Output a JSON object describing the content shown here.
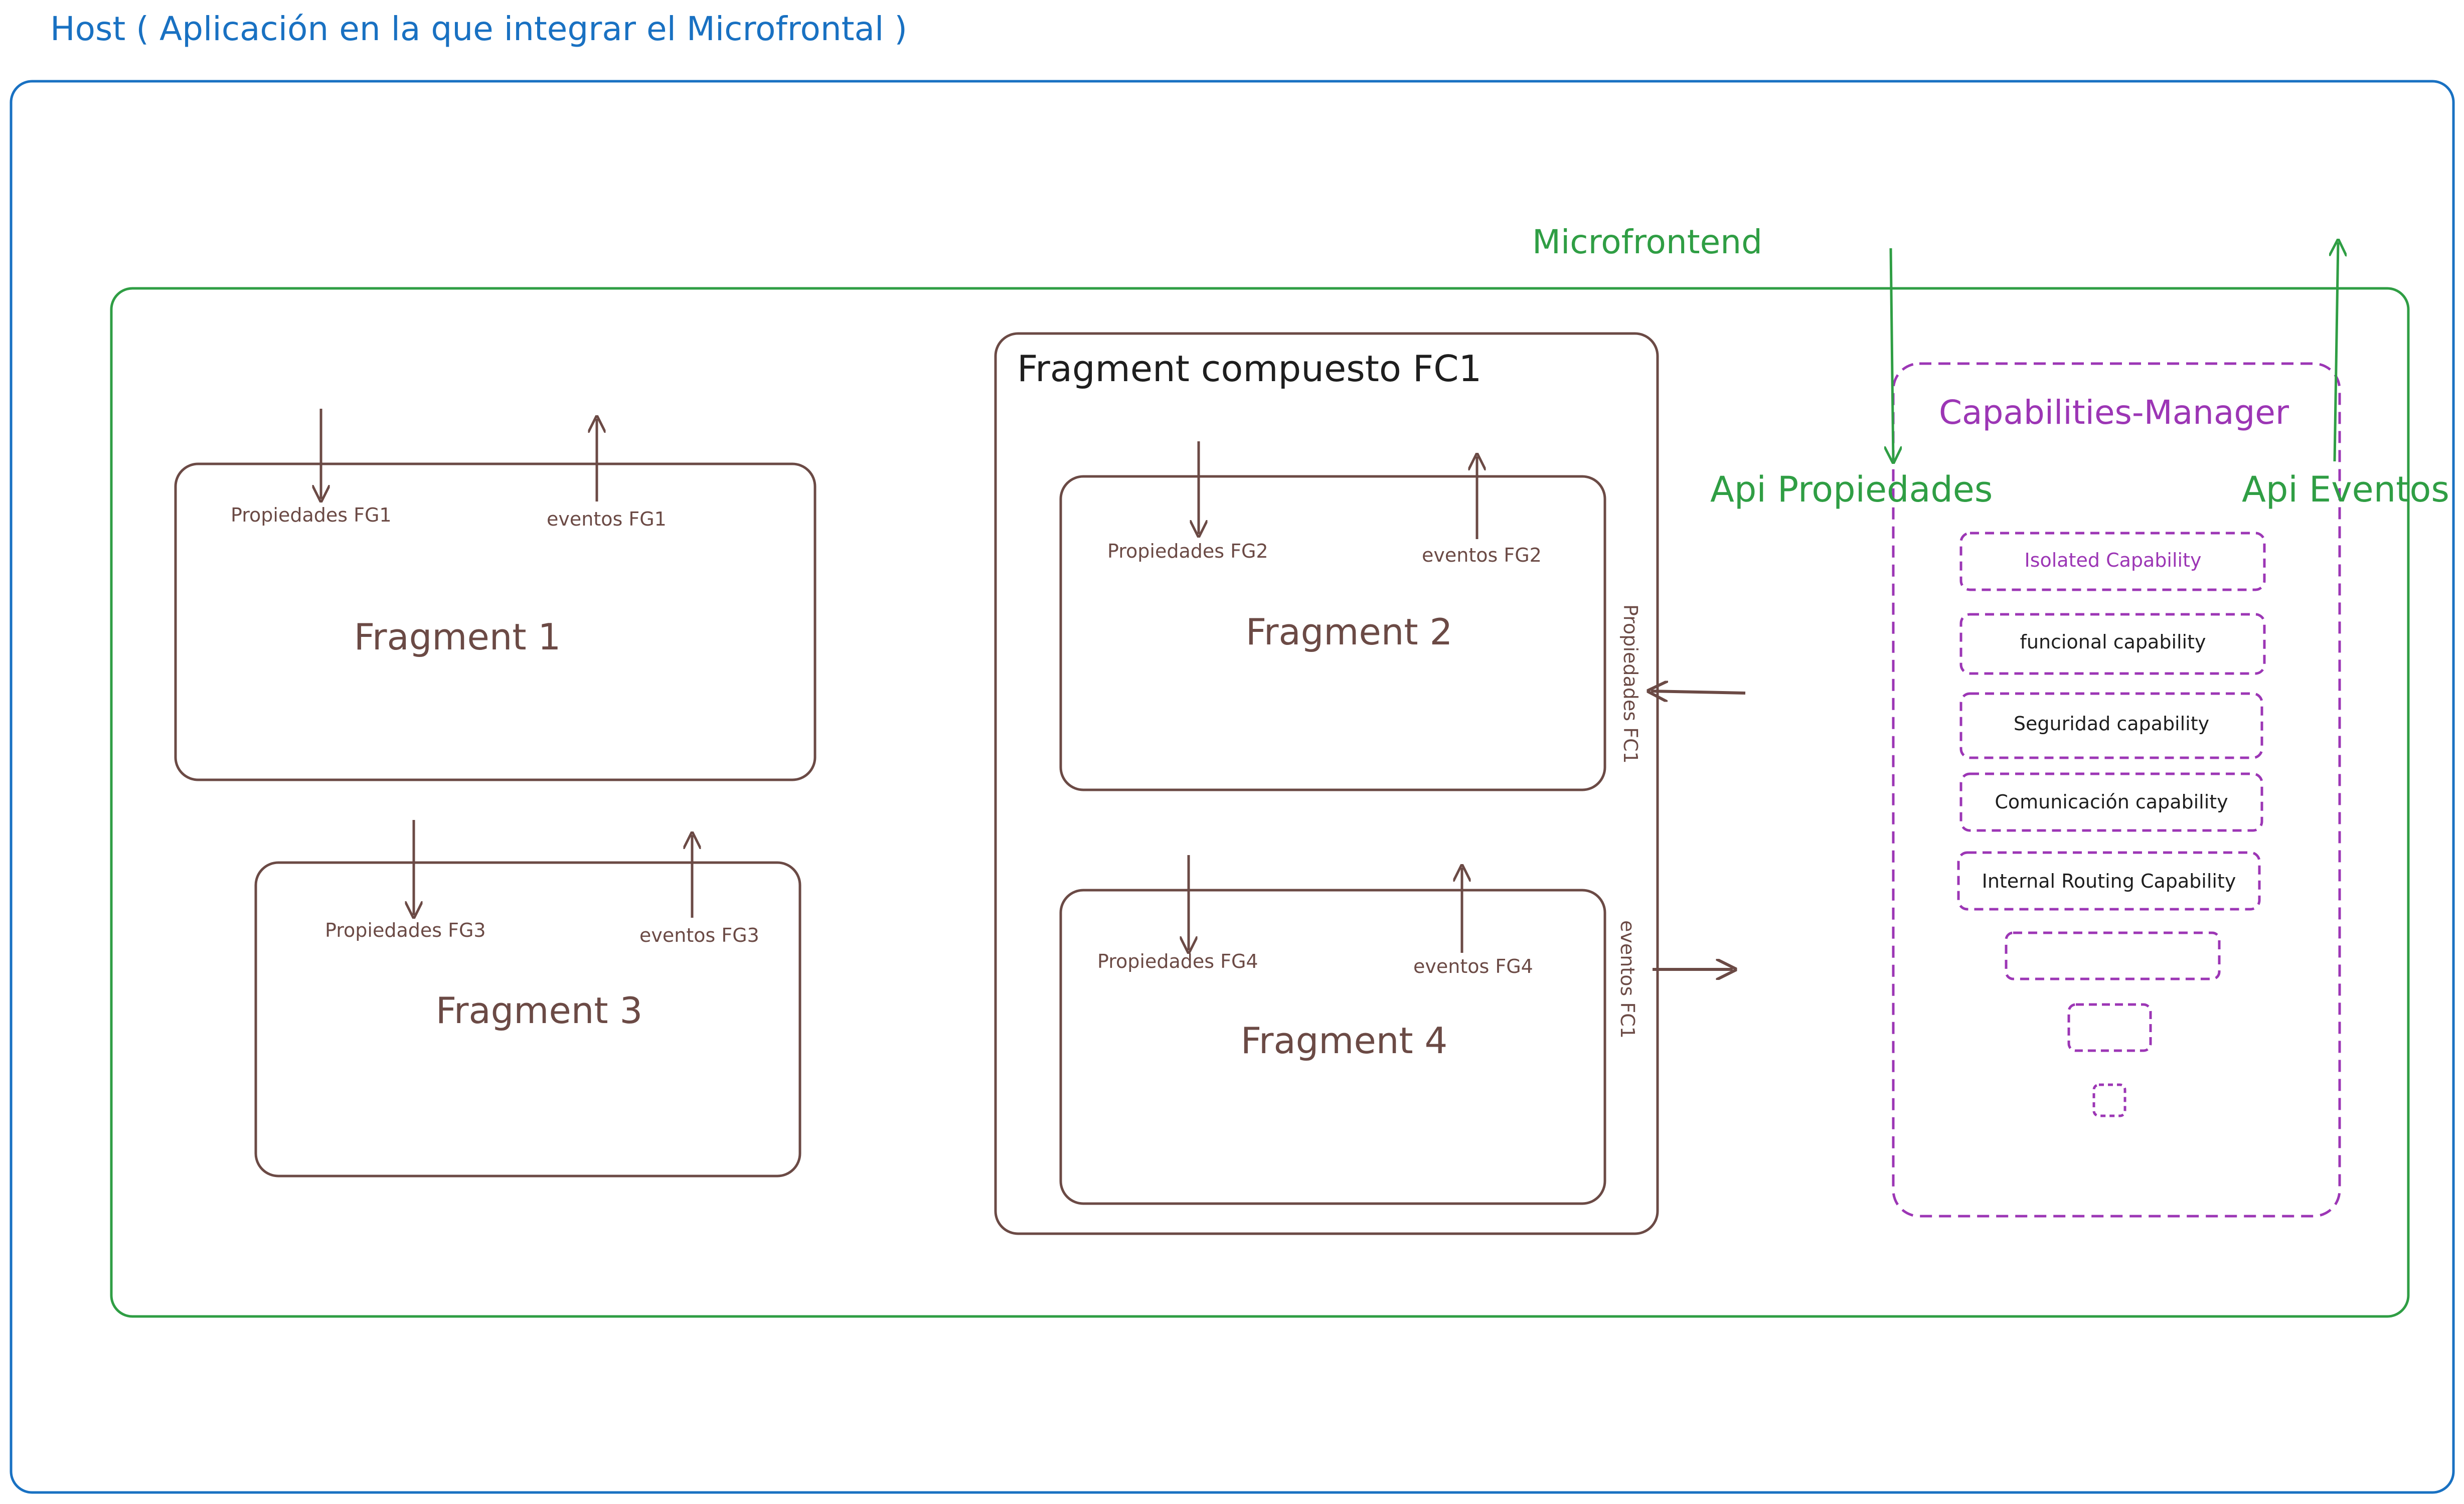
{
  "host": {
    "title": "Host ( Aplicación en la que integrar el Microfrontal )"
  },
  "microfrontend": {
    "title": "Microfrontend",
    "api_properties": "Api Propiedades",
    "api_events": "Api Eventos"
  },
  "fragments": [
    {
      "title": "Fragment 1",
      "props": "Propiedades FG1",
      "events": "eventos FG1"
    },
    {
      "title": "Fragment 2",
      "props": "Propiedades FG2",
      "events": "eventos FG2"
    },
    {
      "title": "Fragment 3",
      "props": "Propiedades FG3",
      "events": "eventos FG3"
    },
    {
      "title": "Fragment 4",
      "props": "Propiedades FG4",
      "events": "eventos FG4"
    }
  ],
  "composite": {
    "title": "Fragment compuesto FC1",
    "props": "Propiedades FC1",
    "events": "eventos FC1"
  },
  "capabilities_manager": {
    "title": "Capabilities-Manager",
    "items": [
      "Isolated Capability",
      "funcional capability",
      "Seguridad capability",
      "Comunicación capability",
      "Internal Routing Capability"
    ]
  },
  "colors": {
    "host": "#1971c2",
    "microfrontend": "#2f9e44",
    "fragment": "#6b4a45",
    "capabilities": "#9c36b5",
    "text": "#1e1e1e"
  }
}
